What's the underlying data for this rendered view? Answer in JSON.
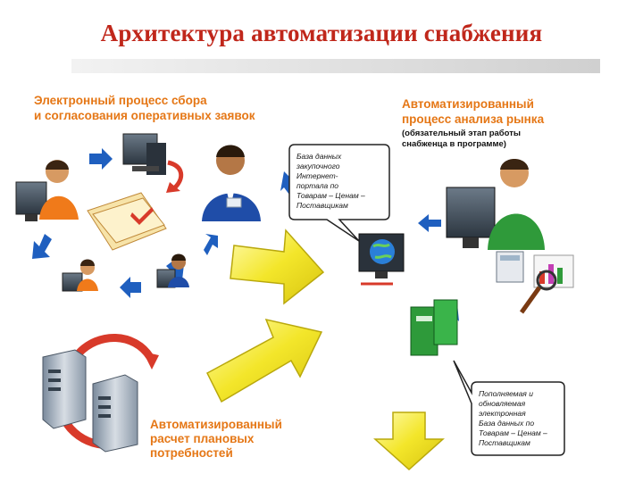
{
  "title": "Архитектура автоматизации снабжения",
  "labels": {
    "process_collect": [
      "Электронный  процесс сбора",
      "и согласования  оперативных заявок"
    ],
    "market_analysis": [
      "Автоматизированный",
      "процесс анализа рынка"
    ],
    "market_note": [
      "(обязательный этап работы",
      "снабженца в программе)"
    ],
    "planning": [
      "Автоматизированный",
      "расчет плановых",
      "потребностей"
    ]
  },
  "bubbles": {
    "database": [
      "База данных",
      "закупочного",
      "Интернет-",
      "портала по",
      "Товарам – Ценам –",
      "Поставщикам"
    ],
    "updated_db": [
      "Пополняемая и",
      "обновляемая",
      "электронная",
      "База данных по",
      "Товарам – Ценам –",
      "Поставщикам"
    ]
  },
  "colors": {
    "title": "#c0271b",
    "label": "#e57716",
    "arrow_yellow": "#f5ea2a",
    "arrow_blue": "#1f5fbf",
    "arrow_red": "#d83a2a"
  }
}
